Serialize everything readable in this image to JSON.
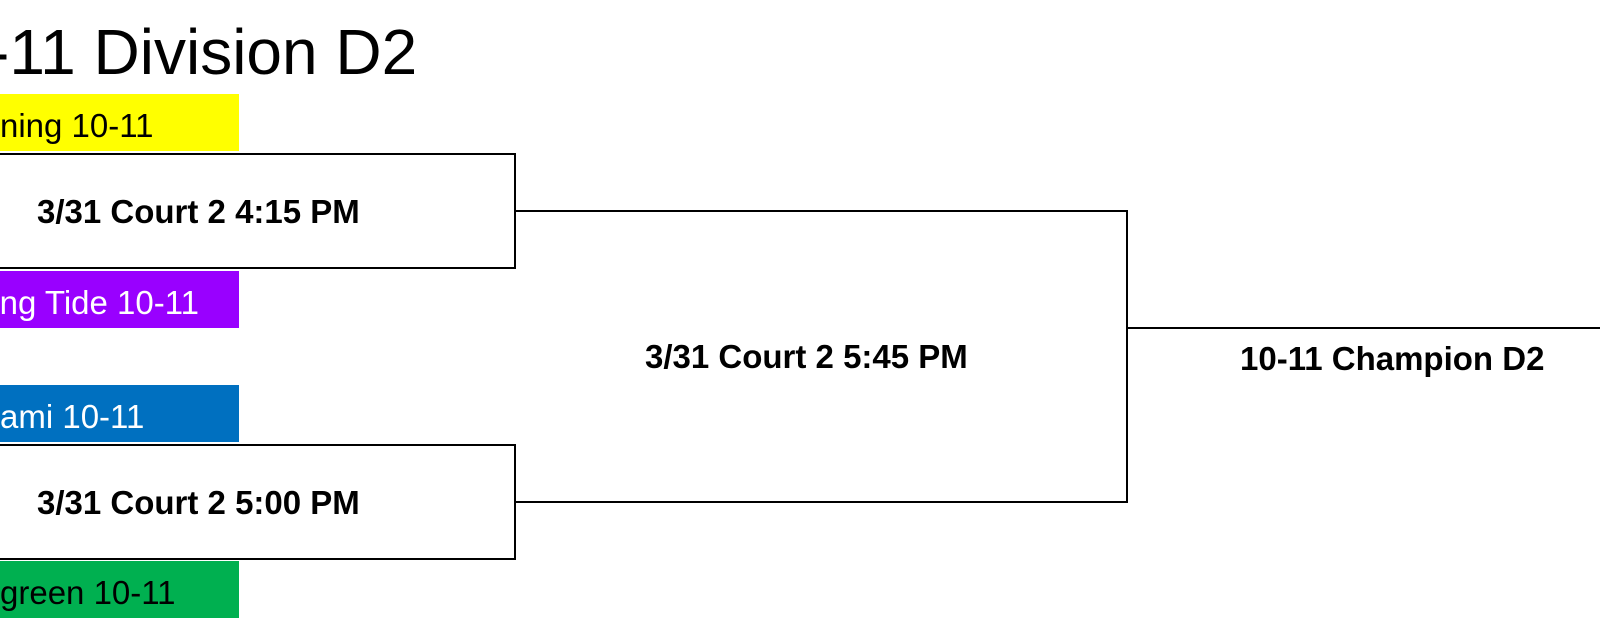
{
  "title": "-11 Division D2",
  "teams": [
    {
      "label": "ning 10-11",
      "color": "#ffff00"
    },
    {
      "label": "ng Tide 10-11",
      "color": "#9900ff"
    },
    {
      "label": "ami 10-11",
      "color": "#0070c0"
    },
    {
      "label": "green 10-11",
      "color": "#00b050"
    }
  ],
  "matches": [
    {
      "label": "3/31 Court 2 4:15 PM"
    },
    {
      "label": "3/31 Court 2 5:00 PM"
    },
    {
      "label": "3/31 Court 2 5:45 PM"
    }
  ],
  "champion": "10-11 Champion D2"
}
